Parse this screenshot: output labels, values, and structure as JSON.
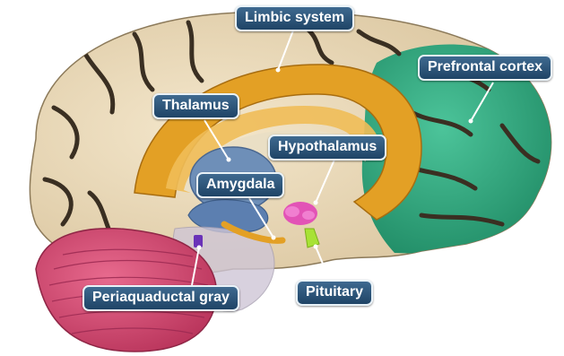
{
  "labels": {
    "limbic_system": "Limbic system",
    "prefrontal_cortex": "Prefrontal cortex",
    "thalamus": "Thalamus",
    "hypothalamus": "Hypothalamus",
    "amygdala": "Amygdala",
    "periaqueductal_gray": "Periaquaductal gray",
    "pituitary": "Pituitary"
  },
  "colors": {
    "cortex": "#e9d9b8",
    "sulci": "#3a2f22",
    "limbic": "#e3a025",
    "prefrontal": "#2fa37c",
    "thalamus": "#6e8fb8",
    "hypothalamus": "#e253b6",
    "pituitary": "#a8e236",
    "cerebellum": "#d14a72",
    "periaqueductal": "#6a32b8",
    "label_bg": "#2c5679",
    "label_border": "#e9f2f8"
  }
}
